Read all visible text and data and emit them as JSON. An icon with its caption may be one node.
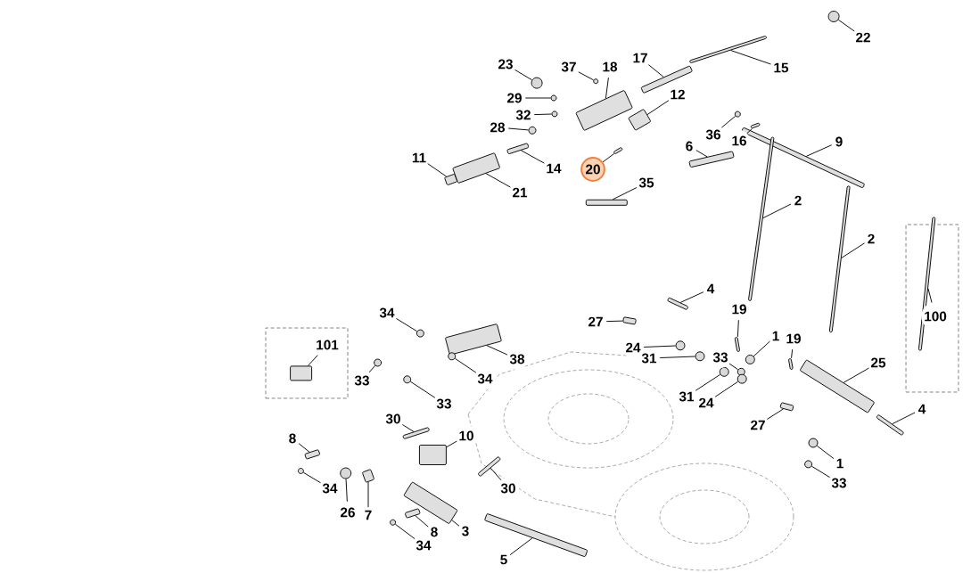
{
  "diagram": {
    "nodes": [
      {
        "text": [
          "22"
        ]
      },
      {
        "text": [
          "15"
        ]
      },
      {
        "text": [
          "17"
        ]
      },
      {
        "text": [
          "23"
        ]
      },
      {
        "text": [
          "37"
        ]
      },
      {
        "text": [
          "18"
        ]
      },
      {
        "text": [
          "29"
        ]
      },
      {
        "text": [
          "12"
        ]
      },
      {
        "text": [
          "32"
        ]
      },
      {
        "text": [
          "28"
        ]
      },
      {
        "text": [
          "36"
        ]
      },
      {
        "text": [
          "16"
        ]
      },
      {
        "text": [
          "9"
        ]
      },
      {
        "text": [
          "6"
        ]
      },
      {
        "text": [
          "11"
        ]
      },
      {
        "text": [
          "14"
        ]
      },
      {
        "text": [
          "20"
        ]
      },
      {
        "text": [
          "21"
        ]
      },
      {
        "text": [
          "35"
        ]
      },
      {
        "text": [
          "2"
        ]
      },
      {
        "text": [],
        "shape": "box"
      },
      {
        "text": [
          "2"
        ]
      },
      {
        "text": [
          "100"
        ],
        "in": 20
      },
      {
        "text": [
          "4"
        ]
      },
      {
        "text": [
          "27"
        ]
      },
      {
        "text": [
          "19"
        ]
      },
      {
        "text": [
          "34"
        ]
      },
      {
        "text": [],
        "shape": "box"
      },
      {
        "text": [
          "101"
        ],
        "in": 27
      },
      {
        "text": [
          "1"
        ]
      },
      {
        "text": [
          "19"
        ]
      },
      {
        "text": [
          "24"
        ]
      },
      {
        "text": [
          "31"
        ]
      },
      {
        "text": [
          "38"
        ]
      },
      {
        "text": [
          "33"
        ]
      },
      {
        "text": [
          "25"
        ]
      },
      {
        "text": [
          "33"
        ]
      },
      {
        "text": [
          "34"
        ]
      },
      {
        "text": [
          "31"
        ]
      },
      {
        "text": [
          "24"
        ]
      },
      {
        "text": [
          "33"
        ]
      },
      {
        "text": [
          "27"
        ]
      },
      {
        "text": [
          "4"
        ]
      },
      {
        "text": [
          "30"
        ]
      },
      {
        "text": [
          "10"
        ]
      },
      {
        "text": [
          "8"
        ]
      },
      {
        "text": [
          "1"
        ]
      },
      {
        "text": [
          "33"
        ]
      },
      {
        "text": [
          "34"
        ]
      },
      {
        "text": [
          "30"
        ]
      },
      {
        "text": [
          "26"
        ]
      },
      {
        "text": [
          "7"
        ]
      },
      {
        "text": [
          "3"
        ]
      },
      {
        "text": [
          "8"
        ]
      },
      {
        "text": [
          "34"
        ]
      },
      {
        "text": [
          "5"
        ]
      },
      {
        "text": [],
        "shape": "circle"
      },
      {
        "text": [],
        "shape": "bar"
      },
      {
        "text": [],
        "shape": "bar"
      },
      {
        "text": [],
        "shape": "circle"
      },
      {
        "text": [],
        "shape": "circle"
      },
      {
        "text": [],
        "shape": "bar"
      },
      {
        "text": [],
        "shape": "circle"
      },
      {
        "text": [],
        "shape": "bar"
      },
      {
        "text": [],
        "shape": "circle"
      },
      {
        "text": [],
        "shape": "circle"
      },
      {
        "text": [],
        "shape": "circle"
      },
      {
        "text": [],
        "shape": "bar"
      },
      {
        "text": [],
        "shape": "bar"
      },
      {
        "text": [],
        "shape": "bar"
      },
      {
        "text": [],
        "shape": "bar"
      },
      {
        "text": [],
        "shape": "bar"
      },
      {
        "text": [],
        "shape": "bar"
      },
      {
        "text": [],
        "shape": "bar"
      },
      {
        "text": [],
        "shape": "bar"
      },
      {
        "text": [],
        "shape": "bar"
      },
      {
        "text": [],
        "shape": "bar"
      },
      {
        "text": [],
        "shape": "bar",
        "in": 20
      },
      {
        "text": [],
        "shape": "bar"
      },
      {
        "text": [],
        "shape": "bar"
      },
      {
        "text": [],
        "shape": "bar"
      },
      {
        "text": [],
        "shape": "circle"
      },
      {
        "text": [],
        "shape": "bar",
        "in": 27
      },
      {
        "text": [],
        "shape": "circle"
      },
      {
        "text": [],
        "shape": "bar"
      },
      {
        "text": [],
        "shape": "circle"
      },
      {
        "text": [],
        "shape": "circle"
      },
      {
        "text": [],
        "shape": "bar"
      },
      {
        "text": [],
        "shape": "circle"
      },
      {
        "text": [],
        "shape": "bar"
      },
      {
        "text": [],
        "shape": "circle"
      },
      {
        "text": [],
        "shape": "circle"
      },
      {
        "text": [],
        "shape": "circle"
      },
      {
        "text": [],
        "shape": "circle"
      },
      {
        "text": [],
        "shape": "circle"
      },
      {
        "text": [],
        "shape": "bar"
      },
      {
        "text": [],
        "shape": "bar"
      },
      {
        "text": [],
        "shape": "bar"
      },
      {
        "text": [],
        "shape": "bar"
      },
      {
        "text": [],
        "shape": "bar"
      },
      {
        "text": [],
        "shape": "circle"
      },
      {
        "text": [],
        "shape": "circle"
      },
      {
        "text": [],
        "shape": "circle"
      },
      {
        "text": [],
        "shape": "bar"
      },
      {
        "text": [],
        "shape": "circle"
      },
      {
        "text": [],
        "shape": "bar"
      },
      {
        "text": [],
        "shape": "bar"
      },
      {
        "text": [],
        "shape": "bar"
      },
      {
        "text": [],
        "shape": "circle"
      },
      {
        "text": [],
        "shape": "bar"
      }
    ],
    "edges": [
      {
        "from": 0,
        "to": 56,
        "arrow": "none"
      },
      {
        "from": 1,
        "to": 57,
        "arrow": "none"
      },
      {
        "from": 2,
        "to": 58,
        "arrow": "none"
      },
      {
        "from": 3,
        "to": 59,
        "arrow": "none"
      },
      {
        "from": 4,
        "to": 60,
        "arrow": "none"
      },
      {
        "from": 5,
        "to": 61,
        "arrow": "none"
      },
      {
        "from": 6,
        "to": 62,
        "arrow": "none"
      },
      {
        "from": 7,
        "to": 63,
        "arrow": "none"
      },
      {
        "from": 8,
        "to": 64,
        "arrow": "none"
      },
      {
        "from": 9,
        "to": 65,
        "arrow": "none"
      },
      {
        "from": 10,
        "to": 66,
        "arrow": "none"
      },
      {
        "from": 11,
        "to": 67,
        "arrow": "none"
      },
      {
        "from": 12,
        "to": 68,
        "arrow": "none"
      },
      {
        "from": 13,
        "to": 69,
        "arrow": "none"
      },
      {
        "from": 14,
        "to": 70,
        "arrow": "none"
      },
      {
        "from": 15,
        "to": 71,
        "arrow": "none"
      },
      {
        "from": 16,
        "to": 72,
        "arrow": "none"
      },
      {
        "from": 17,
        "to": 73,
        "arrow": "none"
      },
      {
        "from": 18,
        "to": 74,
        "arrow": "none"
      },
      {
        "from": 19,
        "to": 75,
        "arrow": "none"
      },
      {
        "from": 21,
        "to": 76,
        "arrow": "none"
      },
      {
        "from": 22,
        "to": 77,
        "arrow": "none"
      },
      {
        "from": 23,
        "to": 78,
        "arrow": "none"
      },
      {
        "from": 24,
        "to": 79,
        "arrow": "none"
      },
      {
        "from": 25,
        "to": 80,
        "arrow": "none"
      },
      {
        "from": 26,
        "to": 81,
        "arrow": "none"
      },
      {
        "from": 28,
        "to": 82,
        "arrow": "none"
      },
      {
        "from": 29,
        "to": 83,
        "arrow": "none"
      },
      {
        "from": 30,
        "to": 84,
        "arrow": "none"
      },
      {
        "from": 31,
        "to": 85,
        "arrow": "none"
      },
      {
        "from": 32,
        "to": 86,
        "arrow": "none"
      },
      {
        "from": 33,
        "to": 87,
        "arrow": "none"
      },
      {
        "from": 34,
        "to": 88,
        "arrow": "none"
      },
      {
        "from": 35,
        "to": 89,
        "arrow": "none"
      },
      {
        "from": 36,
        "to": 90,
        "arrow": "none"
      },
      {
        "from": 37,
        "to": 91,
        "arrow": "none"
      },
      {
        "from": 38,
        "to": 92,
        "arrow": "none"
      },
      {
        "from": 39,
        "to": 93,
        "arrow": "none"
      },
      {
        "from": 40,
        "to": 94,
        "arrow": "none"
      },
      {
        "from": 41,
        "to": 95,
        "arrow": "none"
      },
      {
        "from": 42,
        "to": 96,
        "arrow": "none"
      },
      {
        "from": 43,
        "to": 97,
        "arrow": "none"
      },
      {
        "from": 44,
        "to": 98,
        "arrow": "none"
      },
      {
        "from": 45,
        "to": 99,
        "arrow": "none"
      },
      {
        "from": 46,
        "to": 100,
        "arrow": "none"
      },
      {
        "from": 47,
        "to": 101,
        "arrow": "none"
      },
      {
        "from": 48,
        "to": 102,
        "arrow": "none"
      },
      {
        "from": 49,
        "to": 103,
        "arrow": "none"
      },
      {
        "from": 50,
        "to": 104,
        "arrow": "none"
      },
      {
        "from": 51,
        "to": 105,
        "arrow": "none"
      },
      {
        "from": 52,
        "to": 106,
        "arrow": "none"
      },
      {
        "from": 53,
        "to": 107,
        "arrow": "none"
      },
      {
        "from": 54,
        "to": 108,
        "arrow": "none"
      },
      {
        "from": 55,
        "to": 109,
        "arrow": "none"
      }
    ]
  }
}
